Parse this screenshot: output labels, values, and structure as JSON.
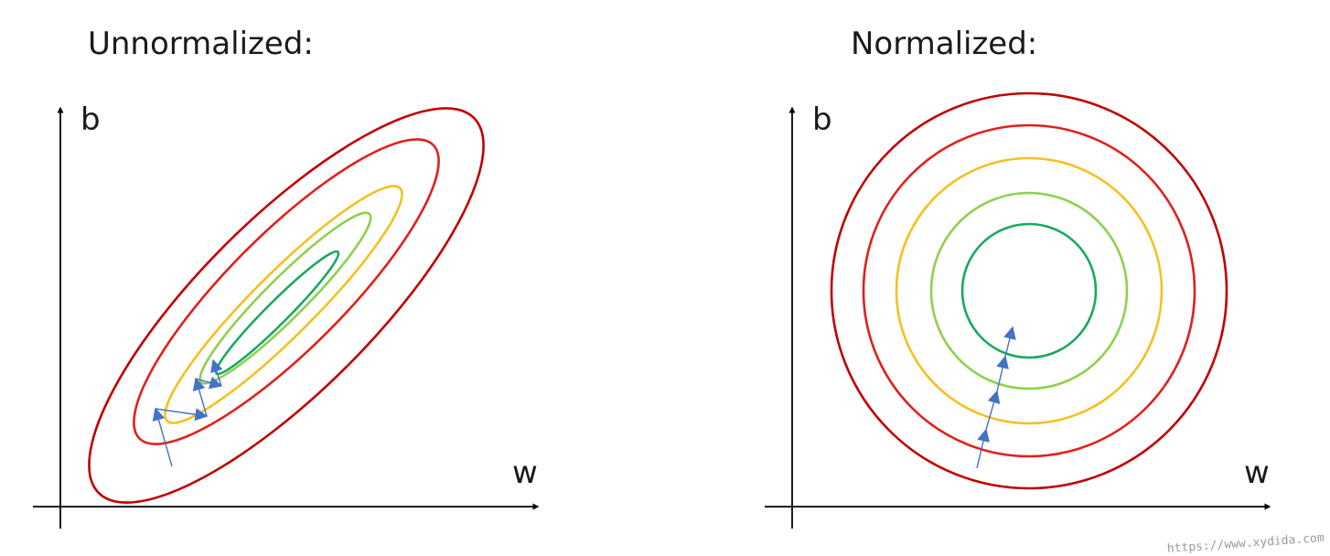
{
  "panels": {
    "left": {
      "title": "Unnormalized:",
      "x_axis_label": "w",
      "y_axis_label": "b"
    },
    "right": {
      "title": "Normalized:",
      "x_axis_label": "w",
      "y_axis_label": "b"
    }
  },
  "contour_colors": {
    "outer": "#c00000",
    "second": "#e0201b",
    "third": "#f5c020",
    "fourth": "#8fd050",
    "inner": "#1aa860"
  },
  "path_color": "#4472c4",
  "axis_color": "#000000",
  "watermark": "https://www.xydida.com"
}
